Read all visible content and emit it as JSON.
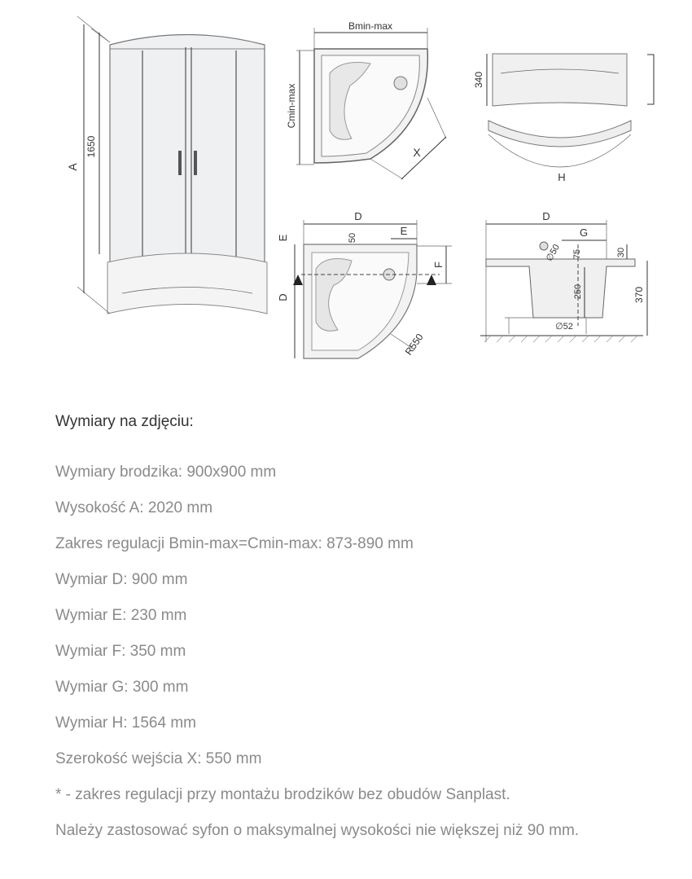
{
  "drawing": {
    "labels": {
      "a": "A",
      "h1650": "1650",
      "bminmax": "Bmin-max",
      "cminmax": "Cmin-max",
      "x": "X",
      "h340": "340",
      "h": "H",
      "d_top": "D",
      "d_side": "D",
      "e_top": "E",
      "e_side": "E",
      "f": "F",
      "d50": "50",
      "r550": "R550",
      "d_section": "D",
      "g": "G",
      "d75": "75",
      "h30": "30",
      "h250": "250",
      "h370": "370",
      "phi52": "∅52",
      "phi50": "∅50"
    }
  },
  "specs": {
    "heading": "Wymiary na zdjęciu:",
    "lines": [
      "Wymiary brodzika: 900x900 mm",
      "Wysokość A: 2020 mm",
      "Zakres regulacji Bmin-max=Cmin-max: 873-890 mm",
      "Wymiar D: 900 mm",
      "Wymiar E: 230 mm",
      "Wymiar F: 350 mm",
      "Wymiar G: 300 mm",
      "Wymiar H: 1564 mm",
      "Szerokość wejścia X: 550 mm"
    ],
    "note1": "* - zakres regulacji przy montażu brodzików bez obudów Sanplast.",
    "note2": "Należy zastosować syfon o maksymalnej wysokości nie większej niż 90 mm."
  }
}
